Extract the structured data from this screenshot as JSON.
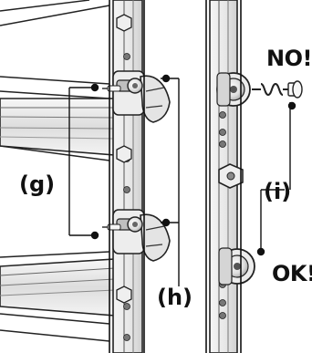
{
  "labels": {
    "g": "(g)",
    "h": "(h)",
    "i": "(i)",
    "no": "NO!",
    "ok": "OK!"
  },
  "colors": {
    "ink": "#111111",
    "metal_light": "#f3f3f3",
    "metal_mid": "#d8d8d8",
    "metal_dark": "#bdbdbd",
    "shade": "#9a9a9a",
    "line": "#444444"
  },
  "icons": {
    "callout_dot": "filled-circle-dot",
    "wrong_bolt": "cross-out-bolt",
    "correct_bolt": "mounted-roller-bolt"
  }
}
